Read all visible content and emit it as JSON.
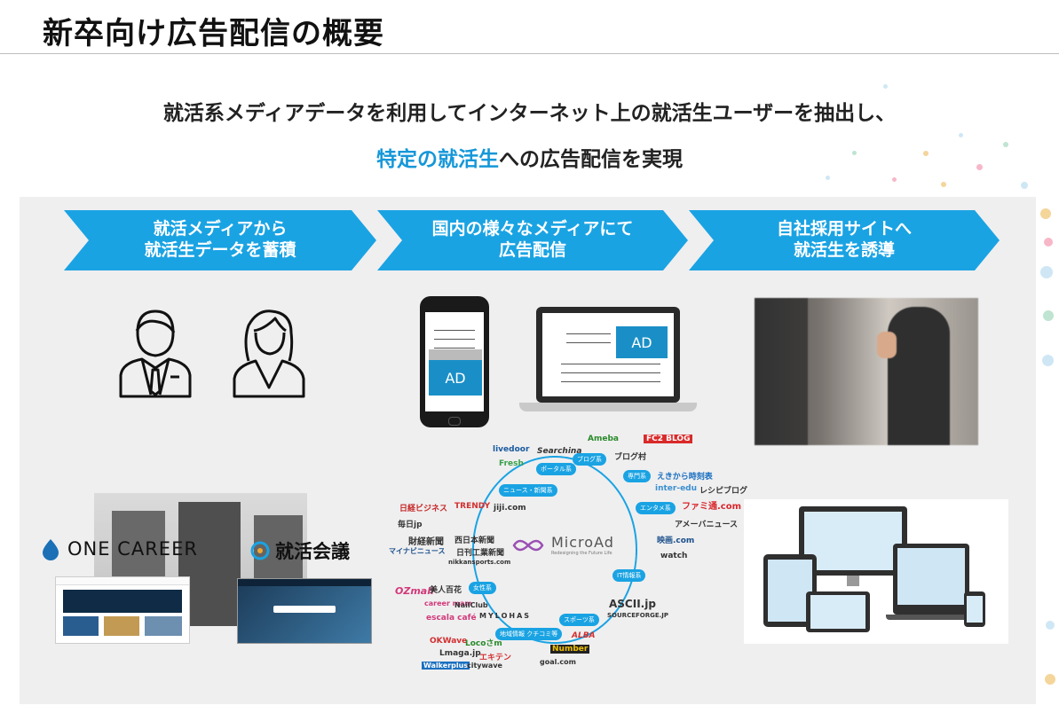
{
  "page": {
    "title": "新卒向け広告配信の概要"
  },
  "lead": {
    "line1": "就活系メディアデータを利用してインターネット上の就活生ユーザーを抽出し、",
    "line2_highlight": "特定の就活生",
    "line2_rest": "への広告配信を実現"
  },
  "steps": [
    {
      "line1": "就活メディアから",
      "line2": "就活生データを蓄積"
    },
    {
      "line1": "国内の様々なメディアにて",
      "line2": "広告配信"
    },
    {
      "line1": "自社採用サイトへ",
      "line2": "就活生を誘導"
    }
  ],
  "ads": {
    "phone_label": "AD",
    "laptop_label": "AD"
  },
  "media_sources": {
    "onecareer": "ONE CAREER",
    "shukatsu": "就活会議"
  },
  "network": {
    "center_logo": "MicroAd",
    "center_tagline": "Redesigning the Future Life",
    "categories": [
      "ブログ系",
      "専門系",
      "エンタメ系",
      "IT情報系",
      "スポーツ系",
      "地域情報 クチコミ等",
      "女性系",
      "ニュース・新聞系",
      "ポータル系"
    ],
    "publishers": [
      "livedoor",
      "Searchina",
      "Ameba",
      "FC2 BLOG",
      "ブログ村",
      "Fresh",
      "えきから時刻表",
      "inter-edu",
      "レシピブログ",
      "ファミ通.com",
      "アメーバニュース",
      "映画.com",
      "watch",
      "毎日jp",
      "日経ビジネス",
      "TRENDY",
      "jiji.com",
      "財経新聞",
      "西日本新聞",
      "日刊工業新聞",
      "マイナビニュース",
      "nikkansports.com",
      "OZmall",
      "美人百花",
      "career mam",
      "NailClub",
      "escala café",
      "MYLOHAS",
      "ASCII.jp",
      "SOURCEFORGE.JP",
      "OKWave",
      "Locoさm",
      "Lmaga.jp",
      "エキテン",
      "Walkerplus",
      "citywave",
      "goal.com",
      "Number",
      "ALBA"
    ]
  },
  "colors": {
    "accent": "#1aa3e3",
    "highlight_text": "#1597d8",
    "panel_bg": "#efeff0"
  }
}
